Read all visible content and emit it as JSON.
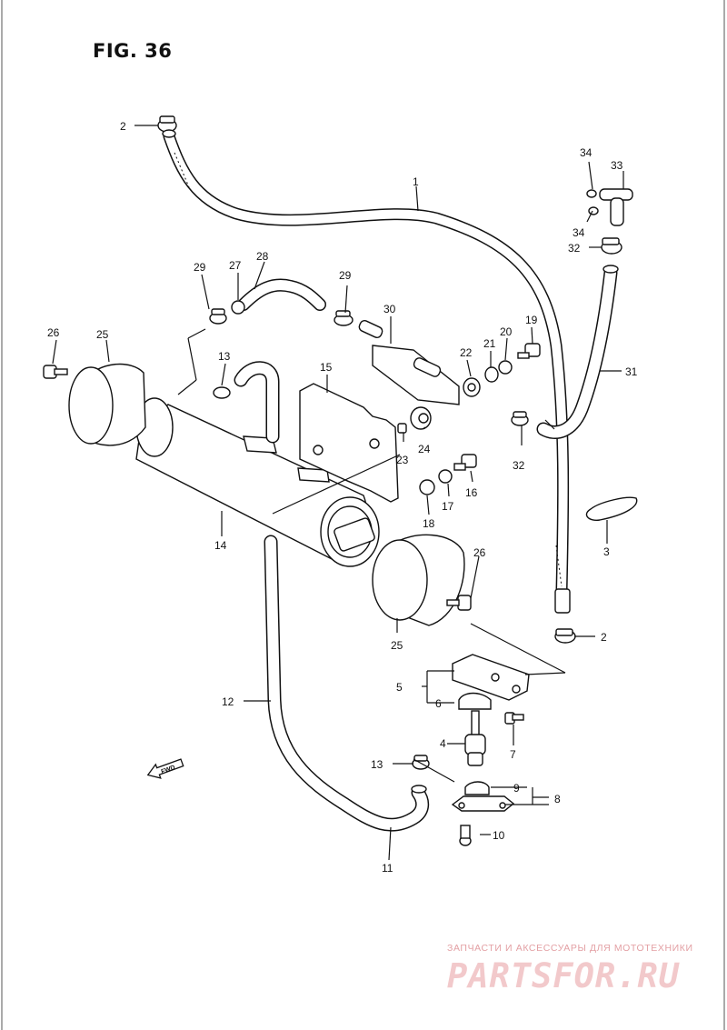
{
  "figure": {
    "title": "FIG. 36"
  },
  "labels": {
    "l1": "1",
    "l2a": "2",
    "l2b": "2",
    "l3": "3",
    "l4": "4",
    "l5": "5",
    "l6": "6",
    "l7": "7",
    "l8": "8",
    "l9": "9",
    "l10": "10",
    "l11": "11",
    "l12": "12",
    "l13a": "13",
    "l13b": "13",
    "l14": "14",
    "l15": "15",
    "l16": "16",
    "l17": "17",
    "l18": "18",
    "l19": "19",
    "l20": "20",
    "l21": "21",
    "l22": "22",
    "l23": "23",
    "l24": "24",
    "l25a": "25",
    "l25b": "25",
    "l26a": "26",
    "l26b": "26",
    "l27": "27",
    "l28": "28",
    "l29a": "29",
    "l29b": "29",
    "l30": "30",
    "l31": "31",
    "l32a": "32",
    "l32b": "32",
    "l33": "33",
    "l34a": "34",
    "l34b": "34"
  },
  "fwd_arrow": {
    "label": "FWD",
    "icon": "forward-arrow-icon"
  },
  "watermark": {
    "tagline": "ЗАПЧАСТИ И АКСЕССУАРЫ ДЛЯ МОТОТЕХНИКИ",
    "logo": "PARTSFOR.RU",
    "color": "#e3a0a4"
  }
}
